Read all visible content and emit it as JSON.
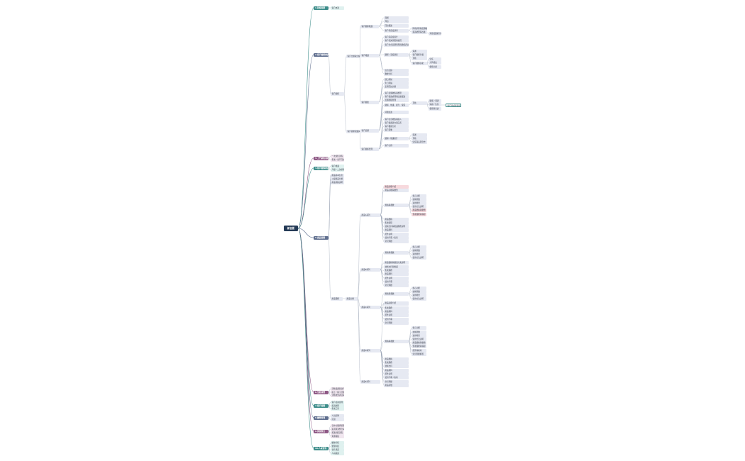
{
  "root": {
    "label": "新官要"
  },
  "colors": {
    "teal": "#3d8d8a",
    "slate": "#5f6e8e",
    "purple": "#8f5a86",
    "root": "#243a56"
  },
  "categories": [
    {
      "label": "1.新客開發",
      "color": "teal",
      "children": [
        "客戶來源"
      ]
    },
    {
      "label": "2.客戶關係維護",
      "color": "slate",
      "children": [
        "客戶關係"
      ]
    },
    {
      "label": "3.上門銷售服務",
      "color": "purple",
      "children": [
        "一次銷售流程",
        "售後 / 客戶回訪"
      ]
    },
    {
      "label": "4.客戶關係維護",
      "color": "teal",
      "children": [
        "客戶維護",
        "升級 / 二次銷售"
      ]
    },
    {
      "label": "5.產品服務",
      "color": "slate",
      "children": [
        "產品線與分類",
        "二級產品分類",
        "產品規格說明",
        "產品服務"
      ]
    },
    {
      "label": "6.活動運營",
      "color": "purple",
      "children": [
        "活動策劃與執行流程",
        "線上 / 線下活動管理",
        "活動效果評估與總結"
      ]
    },
    {
      "label": "7.客戶服務",
      "color": "teal",
      "children": [
        "客戶諮詢受理",
        "投訴處理",
        "售後工單"
      ]
    },
    {
      "label": "8.團隊管理",
      "color": "slate",
      "children": [
        "人員招聘",
        "培訓"
      ]
    },
    {
      "label": "9.資源整合",
      "color": "purple",
      "children": [
        "合作方關係管理",
        "渠道資源整合與共享",
        "資源調配流程",
        "資源盤點"
      ]
    },
    {
      "label": "10.人員管理",
      "color": "teal",
      "children": [
        "績效考核",
        "獎懲制度",
        "晉升通道",
        "人員檔案"
      ]
    }
  ],
  "branch2": {
    "sub": [
      "客戶分類與分級管理",
      "客戶需求挖掘與分析"
    ],
    "groups": [
      {
        "label": "客戶關係維護",
        "items": [
          "溝通",
          "拜訪",
          "回訪跟進"
        ],
        "subtree": {
          "label": "客戶滿意度調查",
          "items": [
            "問卷調查與反饋收集",
            "投訴處理與改進"
          ],
          "extra": "滿意度數據分析"
        }
      },
      {
        "label": "客戶維護",
        "items": [
          "客戶滿意度提升",
          "客戶流失預警與挽回",
          "客戶生命週期管理與價值評估"
        ],
        "subtree": {
          "label": "關係 / 深度鏈接",
          "items": [
            "溝通",
            "客戶關係升級",
            "互動"
          ],
          "deep": {
            "label": "客戶關係深化",
            "items": [
              "信任",
              "共同成長",
              "價值共創"
            ]
          }
        },
        "tail": [
          "信息記錄",
          "數據分析"
        ]
      },
      {
        "label": "客戶關懷",
        "items": [
          "節日問候",
          "生日祝福",
          "定期回訪計劃"
        ]
      },
      {
        "label": "客戶反饋",
        "items": [
          "客戶反饋收集與整理",
          "客戶建議處理與改進跟進",
          "反饋閉環管理"
        ],
        "subtree": {
          "label": "關係、維護、提升、鞏固",
          "items": [
            "互動"
          ],
          "deep": {
            "label": "",
            "items": [
              "關係 / 溝通",
              "情感 / 信任",
              "價值與忠誠"
            ],
            "note": "客戶忠誠度與長期合作關係"
          }
        },
        "tail": [
          "持續改進"
        ]
      },
      {
        "label": "客戶關係管理",
        "items": [
          "客戶信息收集與錄入",
          "客戶檔案建立與完善",
          "客戶數據分析",
          "客戶畫像"
        ],
        "subtree": {
          "label": "關係 / 維護提升",
          "items": [
            "溝通",
            "互動",
            "信任與長期合作"
          ]
        },
        "tail": [
          "客戶分群"
        ]
      },
      {
        "label": "客戶分類與分級",
        "items": []
      }
    ]
  },
  "branch5": {
    "pre": [
      "產品基本信息",
      "二級產品分類",
      "產品規格說明"
    ],
    "main": "產品服務",
    "mid": "產品分類",
    "groups": [
      {
        "label": "產品A系列",
        "items": [
          "產品詳細介紹",
          "產品功能與優勢"
        ],
        "spec": {
          "label": "規格與參數",
          "items": [
            "核心功能",
            "技術參數",
            "適用場景",
            "使用方法說明",
            "產品價格與優惠",
            "售後服務與保障"
          ],
          "hl": [
            4,
            5
          ]
        },
        "tail": [
          "產品價格",
          "售後保障",
          "技術支持與維護服務說明",
          "產品資料",
          "配件說明",
          "使用手冊 / 指南",
          "常見問題"
        ]
      },
      {
        "label": "產品B系列",
        "items": [],
        "spec": {
          "label": "規格與參數",
          "items": [
            "核心功能",
            "技術參數",
            "適用場景",
            "使用方法說明"
          ]
        },
        "tail": [
          "產品價格與優惠方案說明",
          "技術支持與維護",
          "售後服務",
          "產品資料",
          "配件說明",
          "使用手冊",
          "常見問題"
        ]
      },
      {
        "label": "產品C系列",
        "items": [],
        "spec": {
          "label": "規格與參數",
          "items": [
            "核心功能",
            "技術參數",
            "適用場景",
            "使用方法說明"
          ]
        },
        "tail": [
          "產品價格與優惠方案說明",
          "售後服務",
          "產品資料",
          "配件說明",
          "使用手冊",
          "常見問題"
        ]
      },
      {
        "label": "產品D系列",
        "items": [
          "產品詳細介紹"
        ],
        "spec": {
          "label": "規格與參數",
          "items": [
            "核心功能",
            "技術參數",
            "適用場景",
            "使用方法說明",
            "產品價格與優惠",
            "售後服務與保障",
            "配件與耗材",
            "常見問題解答"
          ]
        },
        "tail": [
          "產品價格",
          "售後服務",
          "技術支持",
          "產品資料",
          "配件說明",
          "使用手冊 / 指南",
          "常見問題",
          "產品評價"
        ]
      },
      {
        "label": "產品E系列",
        "items": []
      }
    ]
  }
}
